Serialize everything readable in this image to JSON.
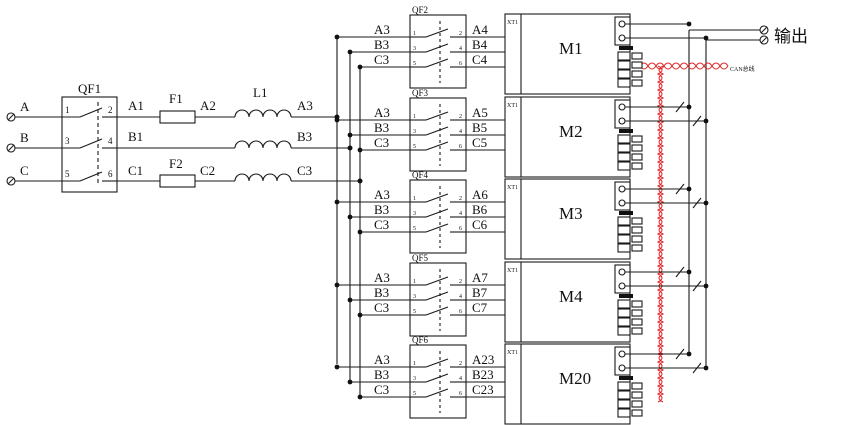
{
  "inputs": [
    "A",
    "B",
    "C"
  ],
  "main_breaker": {
    "name": "QF1",
    "terminals": [
      "1",
      "2",
      "3",
      "4",
      "5",
      "6"
    ]
  },
  "fuses": [
    {
      "name": "F1",
      "in": "A1",
      "out": "A2"
    },
    {
      "name": "F2",
      "in": "C1",
      "out": "C2"
    }
  ],
  "line_b": "B1",
  "reactor": {
    "name": "L1",
    "outputs": [
      "A3",
      "B3",
      "C3"
    ]
  },
  "branches": [
    {
      "breaker": "QF2",
      "in": [
        "A3",
        "B3",
        "C3"
      ],
      "out": [
        "A4",
        "B4",
        "C4"
      ],
      "module": "M1"
    },
    {
      "breaker": "QF3",
      "in": [
        "A3",
        "B3",
        "C3"
      ],
      "out": [
        "A5",
        "B5",
        "C5"
      ],
      "module": "M2"
    },
    {
      "breaker": "QF4",
      "in": [
        "A3",
        "B3",
        "C3"
      ],
      "out": [
        "A6",
        "B6",
        "C6"
      ],
      "module": "M3"
    },
    {
      "breaker": "QF5",
      "in": [
        "A3",
        "B3",
        "C3"
      ],
      "out": [
        "A7",
        "B7",
        "C7"
      ],
      "module": "M4"
    },
    {
      "breaker": "QF6",
      "in": [
        "A3",
        "B3",
        "C3"
      ],
      "out": [
        "A23",
        "B23",
        "C23"
      ],
      "module": "M20"
    }
  ],
  "breaker_terminals": [
    "1",
    "2",
    "3",
    "4",
    "5",
    "6"
  ],
  "module_terminal": "XT1",
  "comm_label": "CAN总线",
  "output_label": "输出",
  "colors": {
    "line": "#1a1a1a",
    "can_bus": "#d22222"
  }
}
